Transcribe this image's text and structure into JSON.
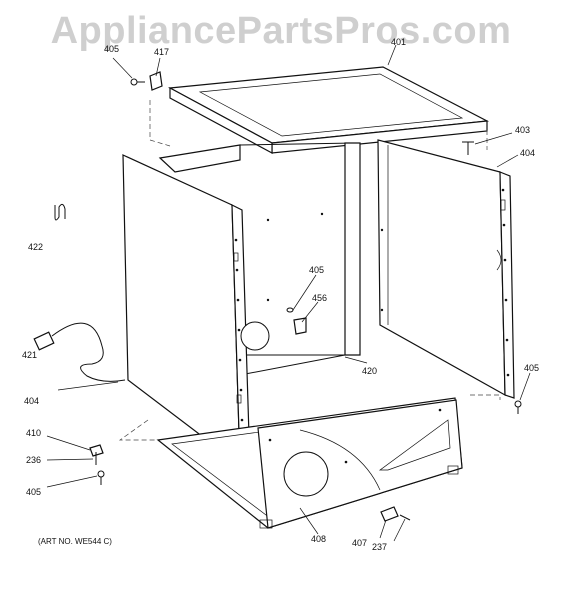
{
  "watermark": "AppliancePartsPros.com",
  "art_number": "(ART NO. WE544 C)",
  "callouts": {
    "c405_top": "405",
    "c417": "417",
    "c401": "401",
    "c403": "403",
    "c404_right": "404",
    "c422": "422",
    "c405_mid": "405",
    "c456": "456",
    "c421": "421",
    "c420": "420",
    "c405_right": "405",
    "c404_left": "404",
    "c410": "410",
    "c236": "236",
    "c405_bottom": "405",
    "c408": "408",
    "c407": "407",
    "c237": "237"
  }
}
